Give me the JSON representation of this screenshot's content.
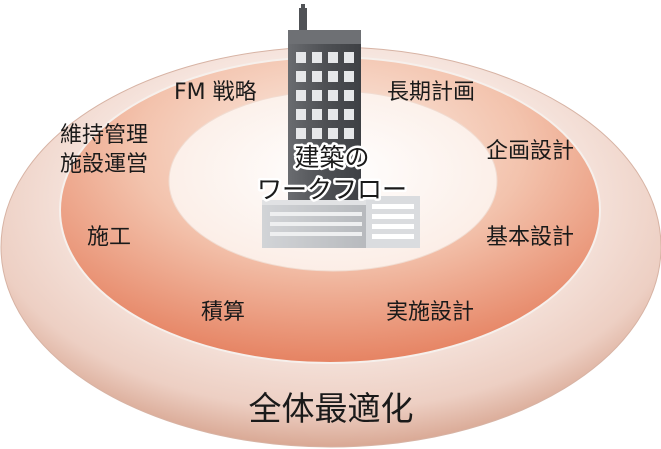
{
  "diagram": {
    "center_title_line1": "建築の",
    "center_title_line2": "ワークフロー",
    "bottom_label": "全体最適化",
    "ring_items": {
      "fm_strategy": "FM 戦略",
      "long_term_plan": "長期計画",
      "maintenance_line1": "維持管理",
      "maintenance_line2": "施設運営",
      "planning_design": "企画設計",
      "construction": "施工",
      "basic_design": "基本設計",
      "estimation": "積算",
      "detailed_design": "実施設計"
    },
    "colors": {
      "outer_ellipse_dark": "#d9a894",
      "outer_ellipse_light": "#fbf1ed",
      "middle_ring_dark": "#e57f5e",
      "middle_ring_light": "#f7d9ca",
      "inner_ellipse": "#fdf6f2",
      "building_dark": "#585a5e",
      "building_light": "#c4c6c9"
    },
    "icons": {
      "center": "office-building-icon"
    }
  }
}
